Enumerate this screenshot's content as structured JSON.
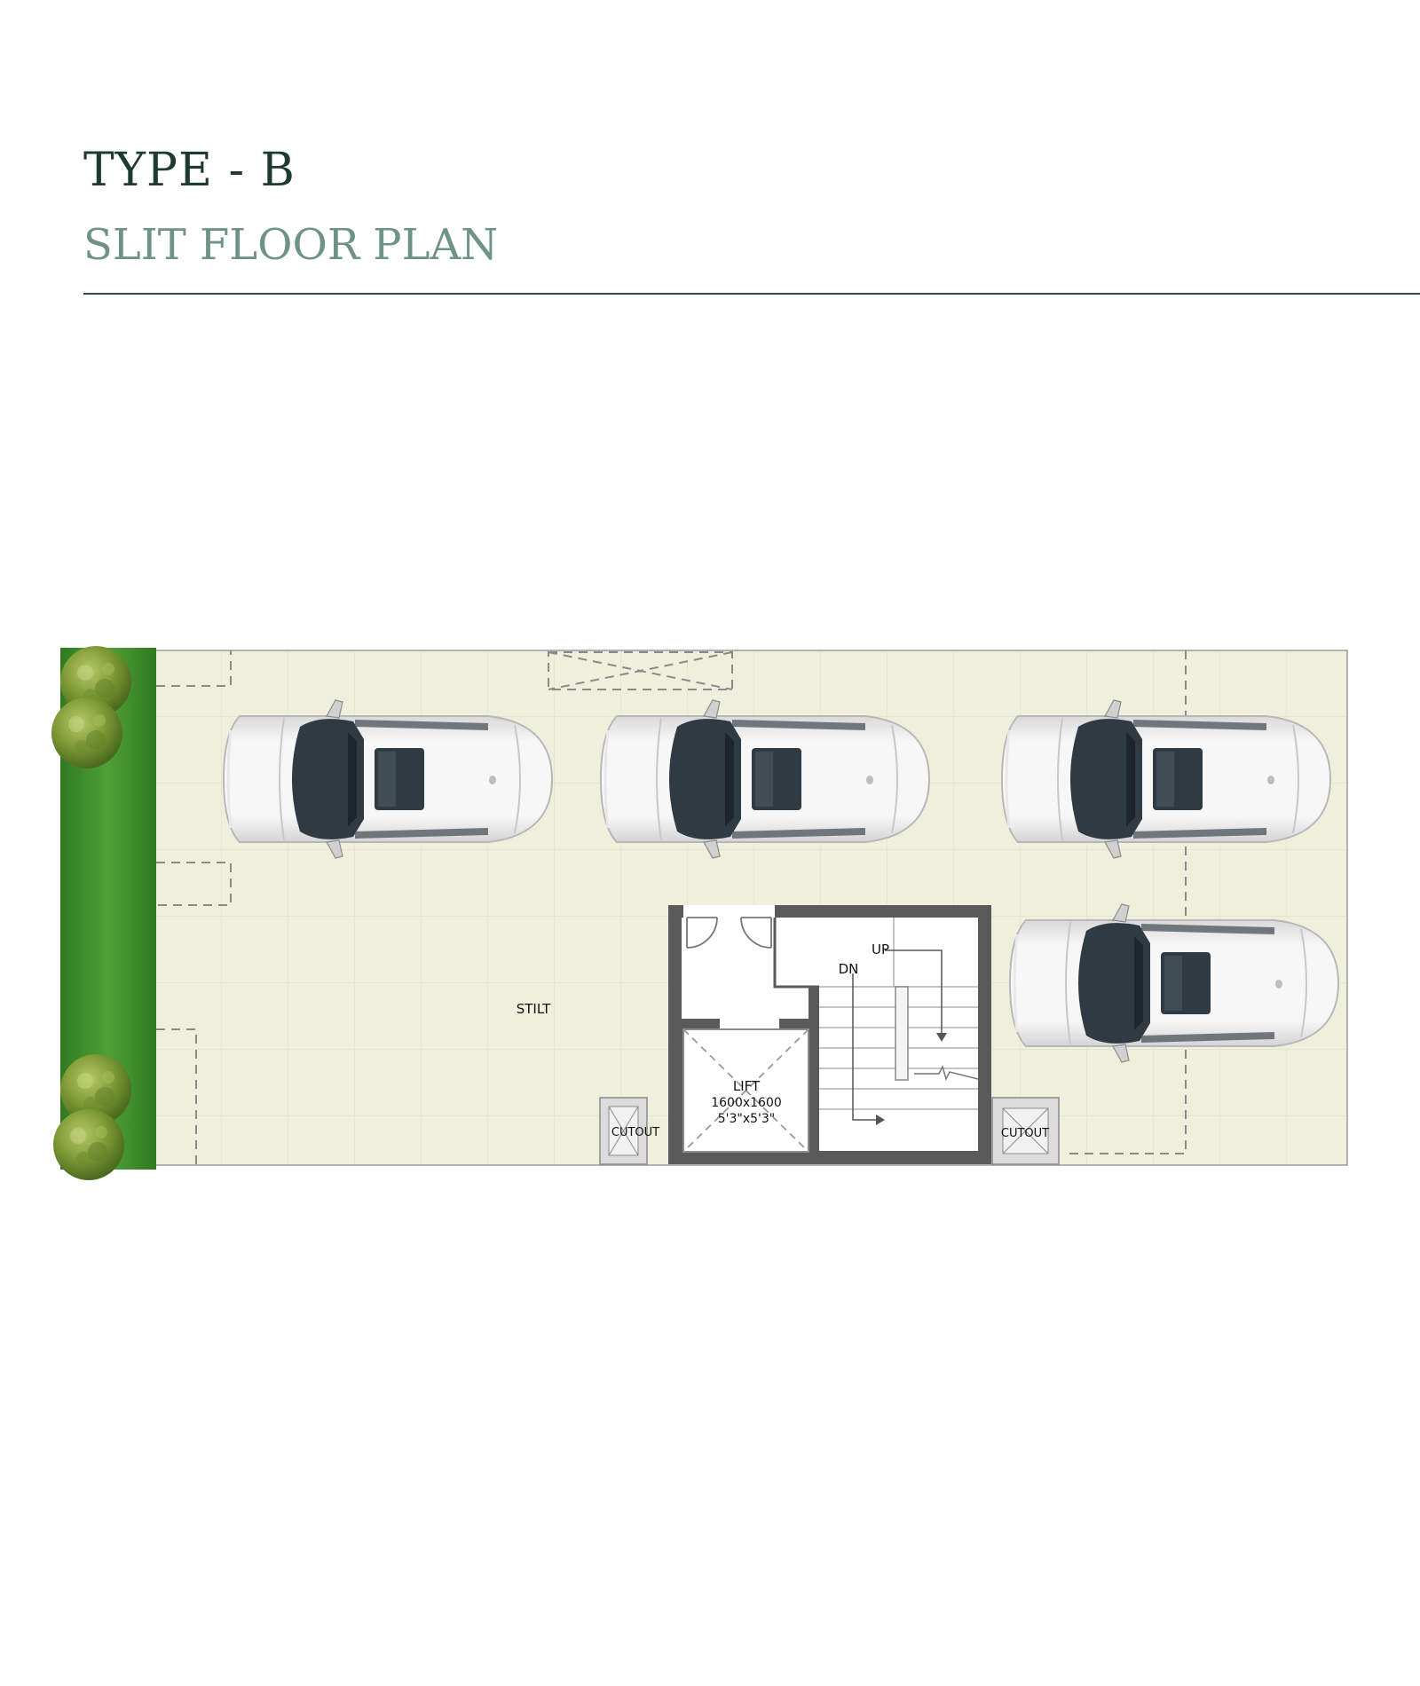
{
  "header": {
    "type_title": "TYPE - B",
    "plan_title": "SLIT FLOOR PLAN"
  },
  "plan": {
    "labels": {
      "stilt": "STILT",
      "up": "UP",
      "dn": "DN",
      "lift_name": "LIFT",
      "lift_size_mm": "1600x1600",
      "lift_size_ft": "5'3\"x5'3\"",
      "cutout_left": "CUTOUT",
      "cutout_right": "CUTOUT"
    },
    "colors": {
      "floor": "#eef0dc",
      "grass": "#3f8e2a",
      "wall": "#5a5a5a",
      "car_body": "#f2f2f2",
      "glass": "#2f3a42",
      "title_dark": "#1f3a32",
      "title_light": "#6e9288"
    },
    "icons": [
      "car-icon",
      "shrub-icon",
      "door-swing-icon",
      "stair-arrow-icon"
    ]
  }
}
